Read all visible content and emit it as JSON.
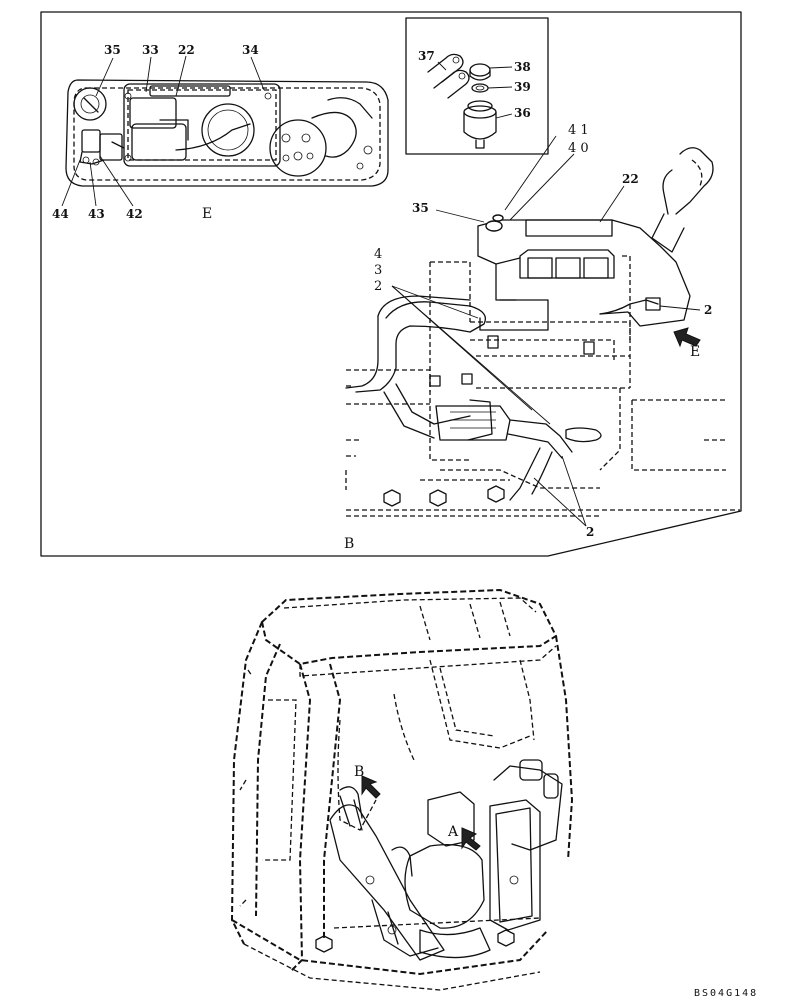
{
  "detail_b": {
    "view_letter": "B",
    "labels": {
      "p22": "22",
      "p35": "35",
      "p2_right": "2",
      "p2_bottom": "2",
      "stack_432": [
        "4",
        "3",
        "2"
      ],
      "stack_4140": [
        "4 1",
        "4 0"
      ]
    }
  },
  "detail_e": {
    "view_letter": "E",
    "labels": [
      "35",
      "33",
      "22",
      "34",
      "44",
      "43",
      "42"
    ]
  },
  "key_switch_inset": {
    "labels": [
      "37",
      "38",
      "39",
      "36"
    ]
  },
  "cab_view": {
    "arrow_b": "B",
    "arrow_a": "A",
    "arrow_e": "E"
  },
  "drawing_code": "BS04G148"
}
